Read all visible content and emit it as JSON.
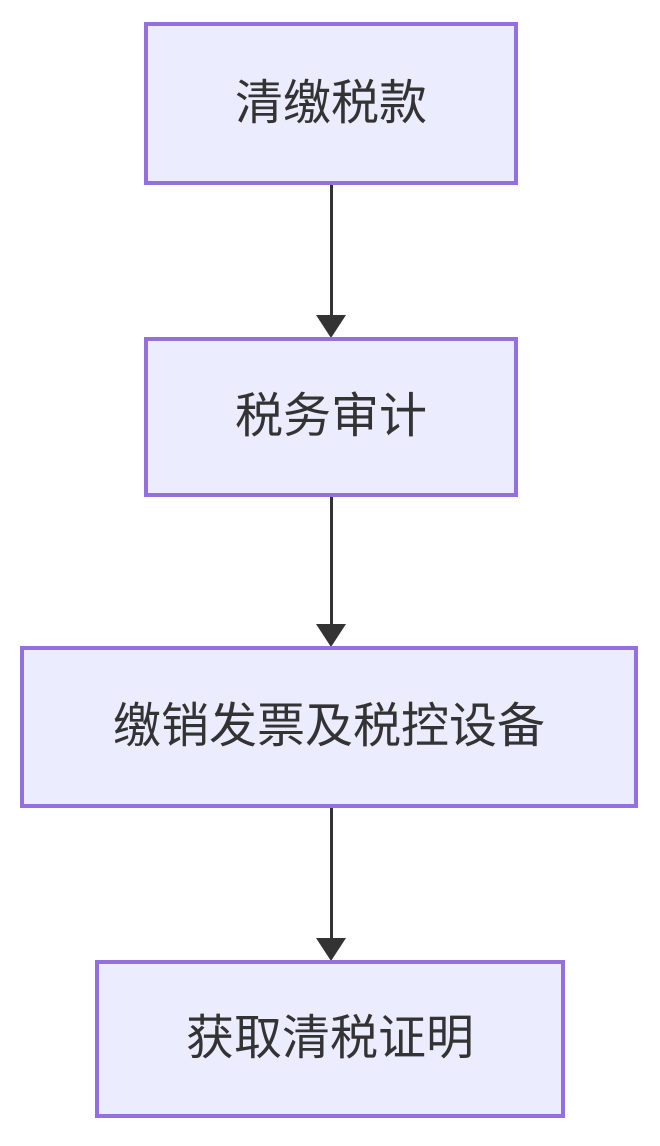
{
  "diagram": {
    "type": "flowchart",
    "direction": "top-down",
    "nodes": [
      {
        "id": "pay-taxes",
        "label": "清缴税款"
      },
      {
        "id": "tax-audit",
        "label": "税务审计"
      },
      {
        "id": "cancel-invoices",
        "label": "缴销发票及税控设备"
      },
      {
        "id": "get-clearance-cert",
        "label": "获取清税证明"
      }
    ],
    "edges": [
      {
        "from": "pay-taxes",
        "to": "tax-audit"
      },
      {
        "from": "tax-audit",
        "to": "cancel-invoices"
      },
      {
        "from": "cancel-invoices",
        "to": "get-clearance-cert"
      }
    ],
    "colors": {
      "node_fill": "#ECECFF",
      "node_border": "#9370DB",
      "text": "#333333",
      "arrow": "#333333",
      "background": "#FFFFFF"
    }
  }
}
